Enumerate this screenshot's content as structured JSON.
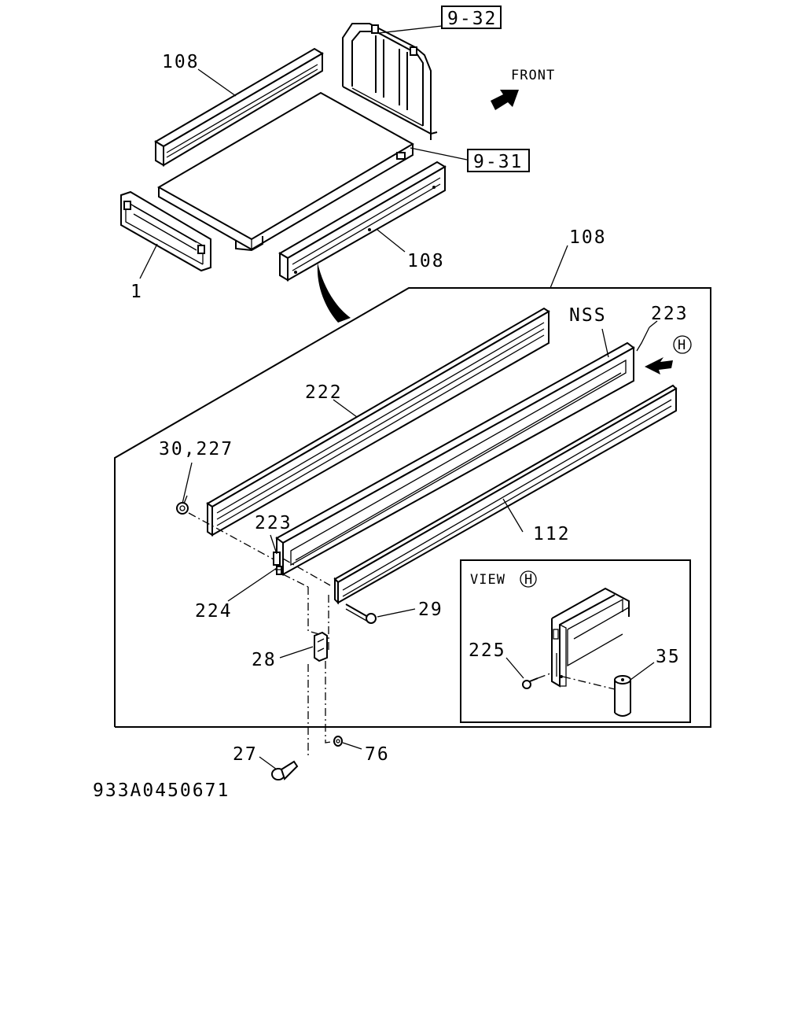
{
  "diagram": {
    "ref_codes": {
      "headboard": "9-32",
      "floor": "9-31"
    },
    "direction_label": "FRONT",
    "part_numbers": {
      "side_gate_top_left": "108",
      "side_gate_top_right": "108",
      "side_gate_callout": "108",
      "tail_gate": "1",
      "nss": "NSS",
      "hook_top": "223",
      "hook_bottom": "223",
      "view_marker": "H",
      "rail_upper": "222",
      "nut": "30,227",
      "rail_lower": "112",
      "bracket_pin": "224",
      "screw_29": "29",
      "bracket_28": "28",
      "bolt_27": "27",
      "washer_76": "76",
      "screw_225": "225",
      "pin_35": "35"
    },
    "view_title": "VIEW",
    "drawing_id": "933A0450671"
  }
}
